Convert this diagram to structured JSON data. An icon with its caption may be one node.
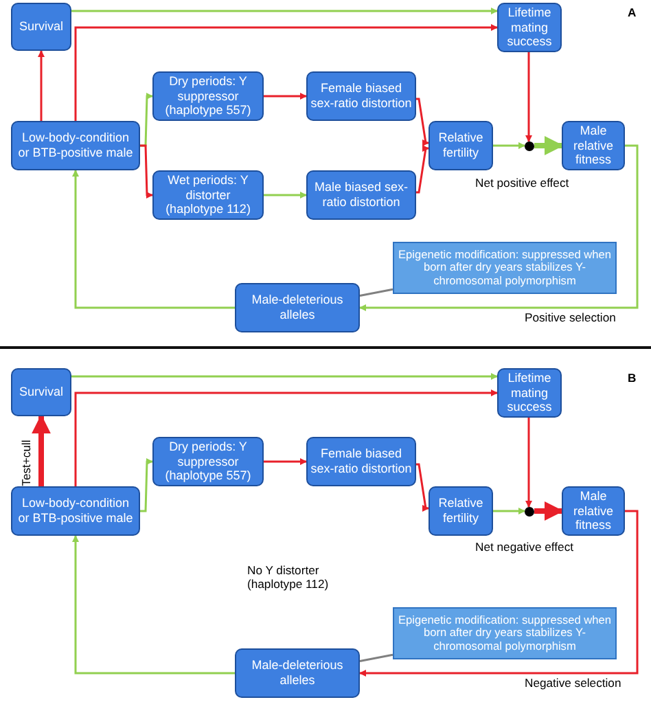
{
  "diagram": {
    "nodes": [
      {
        "text": [
          "Survival"
        ]
      },
      {
        "text": [
          "Lifetime mating success"
        ]
      },
      {
        "text": [
          "Dry periods: Y suppressor (haplotype 557)"
        ]
      },
      {
        "text": [
          "Female biased sex-ratio distortion"
        ]
      },
      {
        "text": [
          "Low-body-condition or BTB-positive male"
        ]
      },
      {
        "text": [
          "Relative fertility"
        ]
      },
      {
        "text": [],
        "shape": "circle"
      },
      {
        "text": [
          "Male relative fitness"
        ]
      },
      {
        "text": [
          "Wet periods: Y distorter (haplotype 112)"
        ]
      },
      {
        "text": [
          "Male biased sex-ratio distortion"
        ]
      },
      {
        "text": [
          "Epigenetic modification: suppressed when born after dry years stabilizes Y-chromosomal polymorphism"
        ]
      },
      {
        "text": [
          "Male-deleterious alleles"
        ]
      },
      {
        "text": [
          "Survival"
        ]
      },
      {
        "text": [
          "Lifetime mating success"
        ]
      },
      {
        "text": [
          "Dry periods: Y suppressor (haplotype 557)"
        ]
      },
      {
        "text": [
          "Female biased sex-ratio distortion"
        ]
      },
      {
        "text": [
          "Low-body-condition or BTB-positive male"
        ]
      },
      {
        "text": [
          "Relative fertility"
        ]
      },
      {
        "text": [],
        "shape": "circle"
      },
      {
        "text": [
          "Male relative fitness"
        ]
      },
      {
        "text": [
          "Epigenetic modification: suppressed when born after dry years stabilizes Y-chromosomal polymorphism"
        ]
      },
      {
        "text": [
          "Male-deleterious alleles"
        ]
      }
    ],
    "edges": [
      {
        "from": 0,
        "to": 1,
        "arrow": "to",
        "color": "#92d050"
      },
      {
        "from": 4,
        "to": 1,
        "arrow": "to",
        "color": "#e8202a"
      },
      {
        "from": 4,
        "to": 0,
        "arrow": "to",
        "color": "#e8202a"
      },
      {
        "from": 4,
        "to": 2,
        "arrow": "to",
        "color": "#92d050"
      },
      {
        "from": 4,
        "to": 8,
        "arrow": "to",
        "color": "#e8202a"
      },
      {
        "from": 2,
        "to": 3,
        "arrow": "to",
        "color": "#e8202a"
      },
      {
        "from": 8,
        "to": 9,
        "arrow": "to",
        "color": "#92d050"
      },
      {
        "from": 3,
        "to": 5,
        "arrow": "to",
        "color": "#e8202a"
      },
      {
        "from": 9,
        "to": 5,
        "arrow": "to",
        "color": "#e8202a"
      },
      {
        "from": 5,
        "to": 6,
        "arrow": "to",
        "color": "#92d050"
      },
      {
        "from": 1,
        "to": 6,
        "arrow": "to",
        "color": "#e8202a"
      },
      {
        "from": 6,
        "to": 7,
        "arrow": "to",
        "style": "thick",
        "color": "#92d050"
      },
      {
        "from": 7,
        "to": 11,
        "arrow": "to",
        "color": "#92d050"
      },
      {
        "from": 11,
        "to": 4,
        "arrow": "to",
        "color": "#92d050"
      },
      {
        "from": 10,
        "to": 11,
        "arrow": "none",
        "color": "#808080"
      },
      {
        "from": 12,
        "to": 13,
        "arrow": "to",
        "color": "#92d050"
      },
      {
        "from": 16,
        "to": 13,
        "arrow": "to",
        "color": "#e8202a"
      },
      {
        "from": 16,
        "to": 12,
        "arrow": "to",
        "label": "Test+cull",
        "style": "thick",
        "color": "#e8202a"
      },
      {
        "from": 16,
        "to": 14,
        "arrow": "to",
        "color": "#92d050"
      },
      {
        "from": 14,
        "to": 15,
        "arrow": "to",
        "color": "#e8202a"
      },
      {
        "from": 15,
        "to": 17,
        "arrow": "to",
        "color": "#e8202a"
      },
      {
        "from": 17,
        "to": 18,
        "arrow": "to",
        "color": "#92d050"
      },
      {
        "from": 13,
        "to": 18,
        "arrow": "to",
        "color": "#e8202a"
      },
      {
        "from": 18,
        "to": 19,
        "arrow": "to",
        "style": "thick",
        "color": "#e8202a"
      },
      {
        "from": 19,
        "to": 21,
        "arrow": "to",
        "color": "#e8202a"
      },
      {
        "from": 21,
        "to": 16,
        "arrow": "to",
        "color": "#92d050"
      },
      {
        "from": 20,
        "to": 21,
        "arrow": "none",
        "color": "#808080"
      }
    ],
    "labels": [
      "A",
      "Net positive effect",
      "Positive selection",
      "B",
      "No Y distorter (haplotype 112)",
      "Net negative effect",
      "Negative selection"
    ]
  }
}
